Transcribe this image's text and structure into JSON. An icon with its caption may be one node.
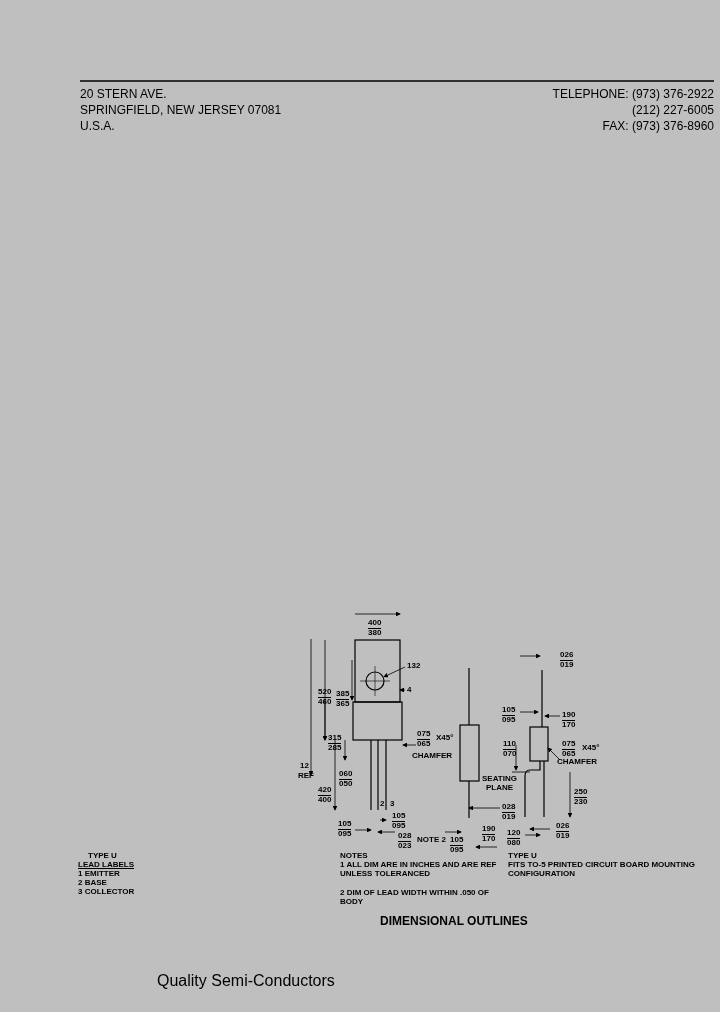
{
  "diagram": {
    "nodes": [
      {
        "text": [
          "132"
        ]
      },
      {
        "text": [],
        "shape": "circle"
      }
    ],
    "edges": [
      {
        "from": 0,
        "to": 1,
        "arrow": "to"
      }
    ],
    "labels": [
      "20 STERN AVE.",
      "SPRINGFIELD, NEW JERSEY 07081",
      "U.S.A.",
      "TELEPHONE: (973) 376-2922",
      "(212) 227-6005",
      "FAX: (973) 376-8960",
      "400",
      "380",
      "520",
      "460",
      "385",
      "365",
      "4",
      "315",
      "285",
      "075",
      "065",
      "X45°",
      "CHAMFER",
      "12",
      "REF",
      "060",
      "050",
      "420",
      "400",
      "2",
      "3",
      "105",
      "095",
      "105",
      "095",
      "028",
      "023",
      "NOTE 2",
      "105",
      "095",
      "028",
      "019",
      "190",
      "170",
      "026",
      "019",
      "105",
      "095",
      "190",
      "170",
      "110",
      "070",
      "075",
      "065",
      "X45°",
      "CHAMFER",
      "SEATING",
      "PLANE",
      "250",
      "230",
      "026",
      "019",
      "120",
      "080",
      "TYPE U",
      "LEAD LABELS",
      "1 EMITTER",
      "2 BASE",
      "3 COLLECTOR",
      "NOTES",
      "1 ALL DIM ARE IN INCHES AND ARE REF UNLESS TOLERANCED",
      "2 DIM OF LEAD WIDTH WITHIN .050 OF BODY",
      "TYPE U",
      "FITS TO-5 PRINTED CIRCUIT BOARD MOUNTING CONFIGURATION",
      "DIMENSIONAL OUTLINES",
      "Quality Semi-Conductors"
    ]
  }
}
